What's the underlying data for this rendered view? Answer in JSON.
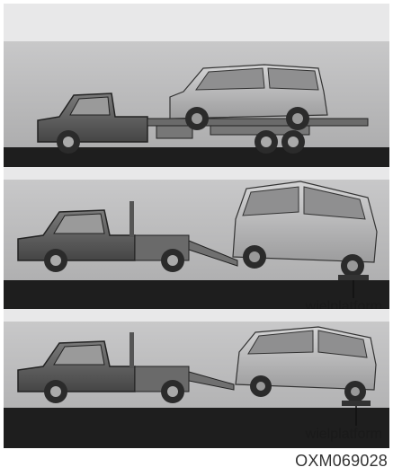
{
  "figure": {
    "panels": [
      {
        "name": "flatbed",
        "label": ""
      },
      {
        "name": "wheel-lift-rear",
        "label": "wielplatform"
      },
      {
        "name": "wheel-lift-front",
        "label": "wielplatform"
      }
    ],
    "code": "OXM069028"
  },
  "colors": {
    "background": "#e8e8e9",
    "panel": "#bdbdbe",
    "ground": "#1e1e1e",
    "truck": "#5a5a5a",
    "car": "#b9b9ba"
  }
}
